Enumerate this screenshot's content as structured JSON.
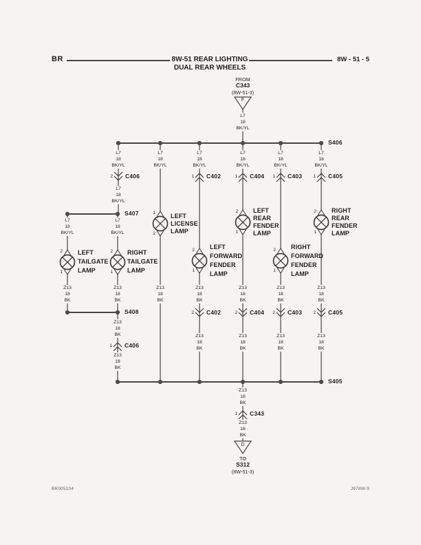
{
  "colors": {
    "paper": "#f5f4f0",
    "ink": "#1f1f1f",
    "line": "#454545"
  },
  "header": {
    "chassis_code": "BR",
    "title_line1": "8W-51 REAR LIGHTING",
    "title_line2": "DUAL REAR WHEELS",
    "page_number": "8W - 51 - 5"
  },
  "footer": {
    "doc_code": "BR005104",
    "artwork_code": "J978W-9"
  },
  "source": {
    "direction": "FROM",
    "name": "C343",
    "page_ref": "(8W-51-3)",
    "arrow_letter": "F"
  },
  "destination": {
    "direction": "TO",
    "name": "S312",
    "page_ref": "(8W-51-3)",
    "arrow_letter": "D"
  },
  "wires": {
    "feed": {
      "circuit": "L7",
      "gauge": "18",
      "color_code": "BK/YL",
      "label": "L7\n18\nBK/YL"
    },
    "ground": {
      "circuit": "Z13",
      "gauge": "18",
      "color_code": "BK",
      "label": "Z13\n18\nBK"
    }
  },
  "splices": {
    "s406": "S406",
    "s407": "S407",
    "s408": "S408",
    "s405": "S405"
  },
  "connectors": {
    "c406_top": {
      "pin": "2",
      "name": "C406"
    },
    "c402_top": {
      "pin": "1",
      "name": "C402"
    },
    "c404_top": {
      "pin": "1",
      "name": "C404"
    },
    "c403_top": {
      "pin": "1",
      "name": "C403"
    },
    "c405_top": {
      "pin": "1",
      "name": "C405"
    },
    "c402_bottom": {
      "pin": "2",
      "name": "C402"
    },
    "c404_bottom": {
      "pin": "2",
      "name": "C404"
    },
    "c403_bottom": {
      "pin": "2",
      "name": "C403"
    },
    "c405_bottom": {
      "pin": "2",
      "name": "C405"
    },
    "c406_bottom": {
      "pin": "1",
      "name": "C406"
    },
    "c343_bottom": {
      "pin": "1",
      "name": "C343"
    }
  },
  "lamps": {
    "left_tailgate": {
      "name": "LEFT\nTAILGATE\nLAMP",
      "pin_top": "2",
      "pin_bottom": "1"
    },
    "right_tailgate": {
      "name": "RIGHT\nTAILGATE\nLAMP",
      "pin_top": "2",
      "pin_bottom": "1"
    },
    "left_license": {
      "name": "LEFT\nLICENSE\nLAMP",
      "pin_top": "1",
      "pin_bottom": "2"
    },
    "left_forward_fender": {
      "name": "LEFT\nFORWARD\nFENDER\nLAMP",
      "pin_top": "2",
      "pin_bottom": "1"
    },
    "left_rear_fender": {
      "name": "LEFT\nREAR\nFENDER\nLAMP",
      "pin_top": "2",
      "pin_bottom": "1"
    },
    "right_forward_fender": {
      "name": "RIGHT\nFORWARD\nFENDER\nLAMP",
      "pin_top": "2",
      "pin_bottom": "1"
    },
    "right_rear_fender": {
      "name": "RIGHT\nREAR\nFENDER\nLAMP",
      "pin_top": "2",
      "pin_bottom": "1"
    }
  }
}
